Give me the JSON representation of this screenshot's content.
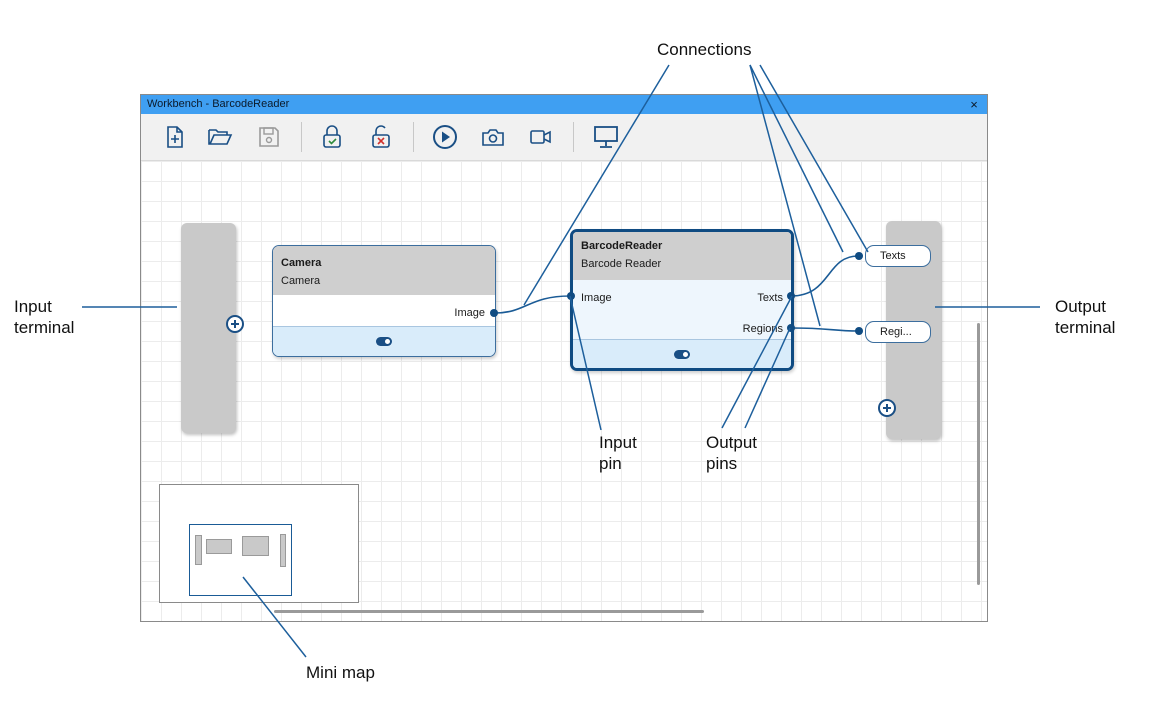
{
  "window": {
    "title": "Workbench - BarcodeReader",
    "close_glyph": "×",
    "accent_color": "#3f9ff2"
  },
  "toolbar": {
    "items": [
      {
        "icon": "new-file-icon"
      },
      {
        "icon": "open-folder-icon"
      },
      {
        "icon": "save-icon",
        "disabled": true
      },
      {
        "icon": "lock-icon"
      },
      {
        "icon": "unlock-icon"
      },
      {
        "icon": "play-icon"
      },
      {
        "icon": "camera-icon"
      },
      {
        "icon": "video-icon"
      },
      {
        "icon": "monitor-icon"
      }
    ]
  },
  "nodes": {
    "camera": {
      "title": "Camera",
      "subtitle": "Camera",
      "output_pin": "Image"
    },
    "barcode_reader": {
      "title": "BarcodeReader",
      "subtitle": "Barcode Reader",
      "input_pin": "Image",
      "output_pins": [
        "Texts",
        "Regions"
      ]
    }
  },
  "output_terminal": {
    "pins": [
      "Texts",
      "Regi..."
    ]
  },
  "callouts": {
    "input_terminal": [
      "Input",
      "terminal"
    ],
    "output_terminal": [
      "Output",
      "terminal"
    ],
    "connections": "Connections",
    "input_pin": [
      "Input",
      "pin"
    ],
    "output_pins": [
      "Output",
      "pins"
    ],
    "mini_map": "Mini map"
  },
  "colors": {
    "pin": "#0f4b82",
    "connection": "#1a5b96",
    "callout_line": "#1d5f9c",
    "node_footer": "#d9ecfa"
  }
}
